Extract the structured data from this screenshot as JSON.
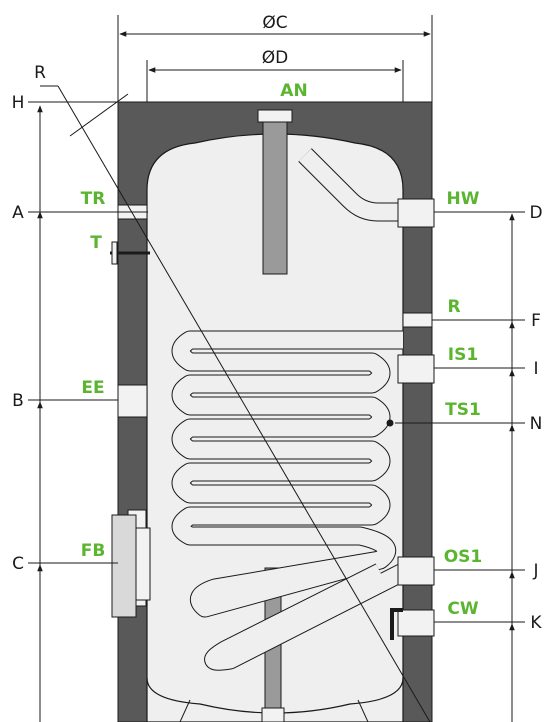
{
  "colors": {
    "insulation": "#595959",
    "tank": "#efefef",
    "outline": "#1a1a1a",
    "connector": "#f2f2f2",
    "label_green": "#5cb531",
    "text": "#1a1a1a"
  },
  "dimensions": {
    "diameter_outer": "ØC",
    "diameter_inner": "ØD",
    "left": {
      "H": "H",
      "A": "A",
      "B": "B",
      "C": "C"
    },
    "right": {
      "D": "D",
      "F": "F",
      "I": "I",
      "N": "N",
      "J": "J",
      "K": "K"
    },
    "diagonal": "R"
  },
  "connections": {
    "AN": "AN",
    "TR": "TR",
    "T": "T",
    "EE": "EE",
    "FB": "FB",
    "HW": "HW",
    "R": "R",
    "IS1": "IS1",
    "TS1": "TS1",
    "OS1": "OS1",
    "CW": "CW"
  }
}
